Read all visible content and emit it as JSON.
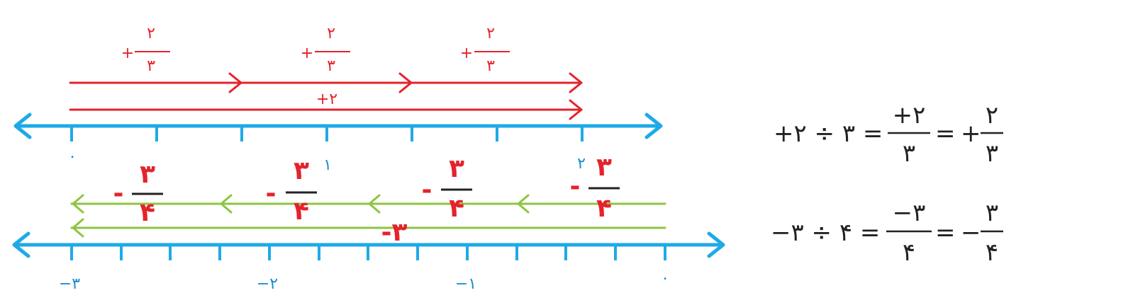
{
  "colors": {
    "axis": "#1eaae7",
    "axis_label": "#1a8bd0",
    "positive_arrows": "#e4232b",
    "negative_arrows": "#8cc63f",
    "negative_labels": "#e4232b",
    "equation": "#222222"
  },
  "top_line": {
    "tick_labels": [
      "۰",
      "۱",
      "۲"
    ],
    "step_labels": [
      {
        "sign": "+",
        "numerator": "۲",
        "denominator": "۳"
      },
      {
        "sign": "+",
        "numerator": "۲",
        "denominator": "۳"
      },
      {
        "sign": "+",
        "numerator": "۲",
        "denominator": "۳"
      }
    ],
    "total_label": "+۲"
  },
  "bottom_line": {
    "tick_labels": [
      "−۳",
      "−۲",
      "−۱",
      "۰"
    ],
    "step_labels": [
      {
        "sign": "-",
        "numerator": "۳",
        "denominator": "۴"
      },
      {
        "sign": "-",
        "numerator": "۳",
        "denominator": "۴"
      },
      {
        "sign": "-",
        "numerator": "۳",
        "denominator": "۴"
      },
      {
        "sign": "-",
        "numerator": "۳",
        "denominator": "۴"
      }
    ],
    "total_label": "-۳"
  },
  "equation_top": {
    "left": "+۲ ÷ ۳ =",
    "frac_num": "+۲",
    "frac_den": "۳",
    "middle": "=",
    "result_sign": "+",
    "result_num": "۲",
    "result_den": "۳"
  },
  "equation_bottom": {
    "left": "−۳ ÷ ۴ =",
    "frac_num": "−۳",
    "frac_den": "۴",
    "middle": "=",
    "result_sign": "−",
    "result_num": "۳",
    "result_den": "۴"
  }
}
